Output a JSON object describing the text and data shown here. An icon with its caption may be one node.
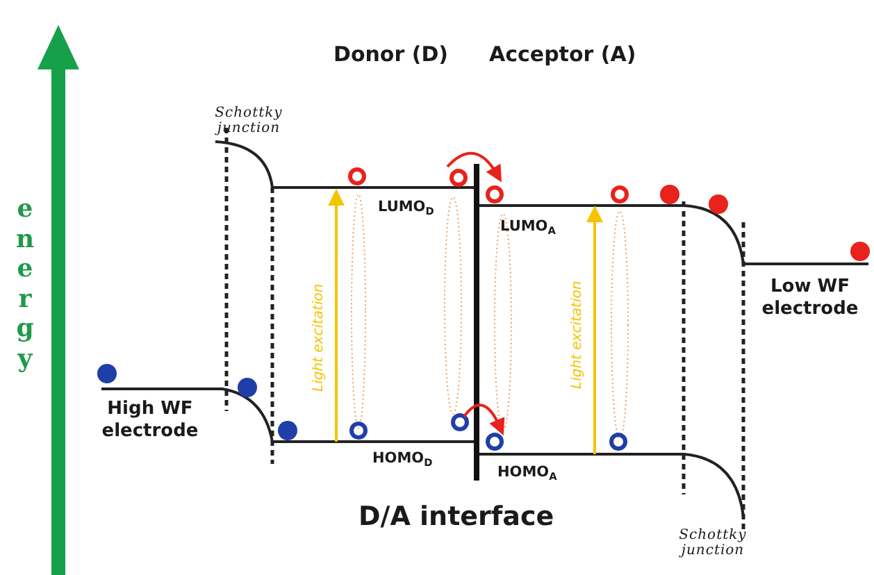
{
  "diagram": {
    "labels": [
      "Schottky junction",
      "Donor (D)",
      "Acceptor (A)",
      "energy",
      "LUMO$_{D}$",
      "LUMO$_{A}$",
      "Light excitation",
      "Light excitation",
      "Low WF electrode",
      "High WF electrode",
      "HOMO$_{D}$",
      "HOMO$_{A}$",
      "D/A interface",
      "Schottky junction"
    ]
  }
}
